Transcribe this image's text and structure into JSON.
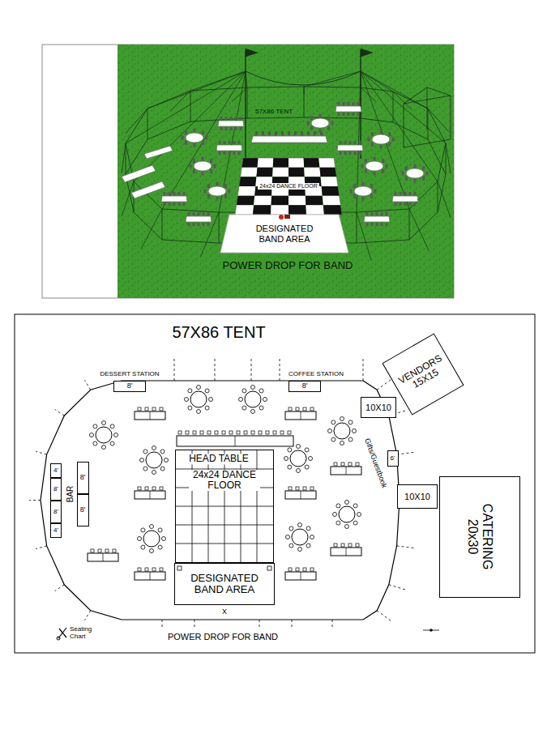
{
  "diagram": {
    "title": "57X86 TENT",
    "nodes": [
      {
        "text": [
          "24x24 DANCE FLOOR"
        ]
      },
      {
        "text": [
          "DESIGNATED BAND AREA"
        ]
      },
      {
        "text": [
          "8'"
        ]
      },
      {
        "text": [
          "8'"
        ]
      },
      {
        "text": [
          "4'"
        ]
      },
      {
        "text": [
          "8'"
        ]
      },
      {
        "text": [
          "8'"
        ]
      },
      {
        "text": [
          "4'"
        ]
      },
      {
        "text": [
          "8'"
        ]
      },
      {
        "text": [
          "8'"
        ]
      },
      {
        "text": [
          "VENDORS 15X15"
        ]
      },
      {
        "text": [
          "10X10"
        ]
      },
      {
        "text": [
          "6'"
        ]
      },
      {
        "text": [
          "24x24 DANCE FLOOR"
        ]
      },
      {
        "text": [
          "DESIGNATED BAND AREA"
        ]
      },
      {
        "text": [
          "10X10"
        ]
      },
      {
        "text": [
          "CATERING 20x30"
        ]
      }
    ],
    "labels": [
      "57X86 TENT",
      "POWER DROP FOR BAND",
      "DESSERT STATION",
      "COFFEE STATION",
      "BAR",
      "HEAD TABLE",
      "Gifts/Guestbook",
      "X",
      "POWER DROP FOR BAND",
      "Seating Chart"
    ]
  }
}
